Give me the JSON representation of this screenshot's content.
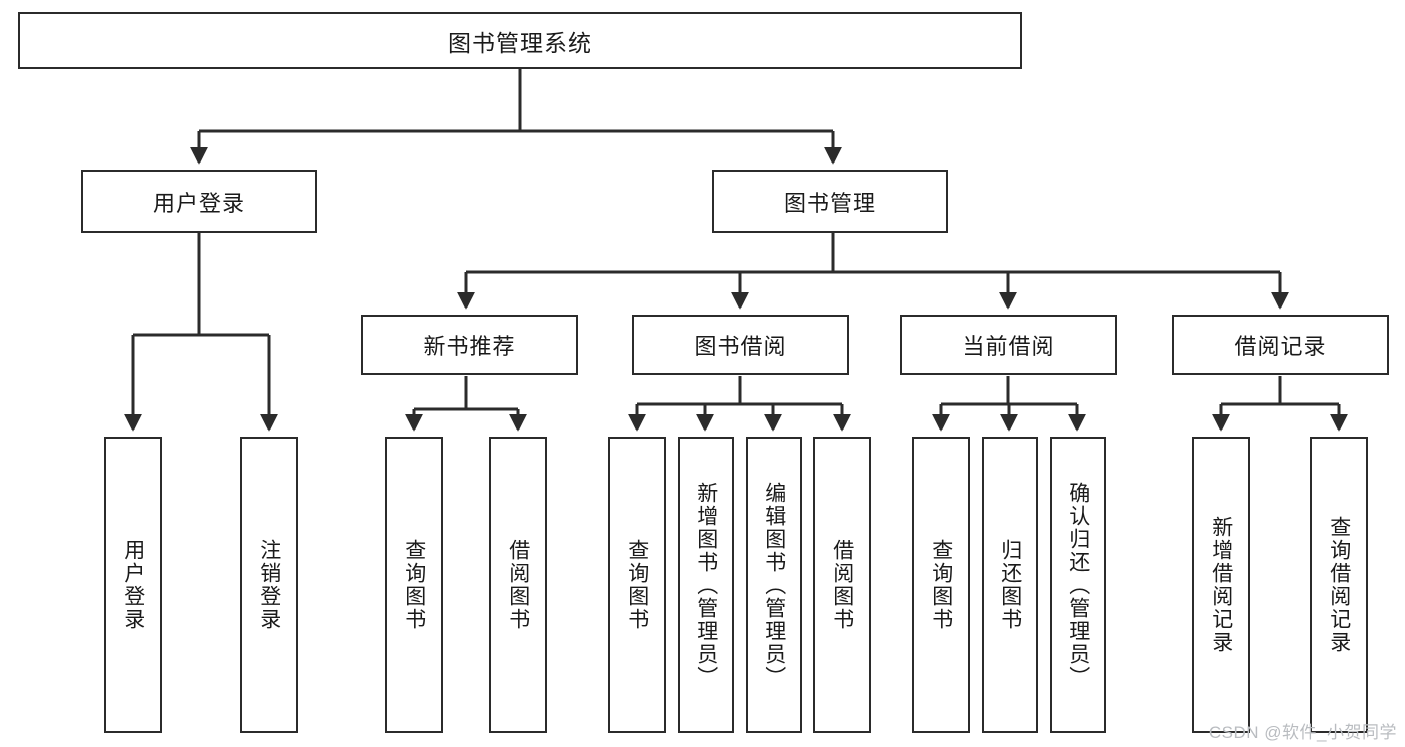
{
  "diagram": {
    "title": "图书管理系统",
    "type": "hierarchy-tree",
    "watermark": "CSDN @软件_小贺同学",
    "colors": {
      "stroke": "#2b2b2b",
      "fill": "#ffffff",
      "text": "#1a1a1a",
      "watermark": "#b9bcc0"
    },
    "nodes": {
      "root": {
        "label": "图书管理系统"
      },
      "level2": [
        {
          "id": "user-login",
          "label": "用户登录"
        },
        {
          "id": "book-manage",
          "label": "图书管理"
        }
      ],
      "level3": [
        {
          "id": "new-book-recommend",
          "label": "新书推荐"
        },
        {
          "id": "book-borrow",
          "label": "图书借阅"
        },
        {
          "id": "current-borrow",
          "label": "当前借阅"
        },
        {
          "id": "borrow-record",
          "label": "借阅记录"
        }
      ],
      "leaves": {
        "user-login": [
          {
            "id": "leaf-user-login",
            "label": "用户登录"
          },
          {
            "id": "leaf-logout-login",
            "label": "注销登录"
          }
        ],
        "new-book-recommend": [
          {
            "id": "leaf-query-book-1",
            "label": "查询图书"
          },
          {
            "id": "leaf-borrow-book-1",
            "label": "借阅图书"
          }
        ],
        "book-borrow": [
          {
            "id": "leaf-query-book-2",
            "label": "查询图书"
          },
          {
            "id": "leaf-add-book-admin",
            "label": "新增图书（管理员）"
          },
          {
            "id": "leaf-edit-book-admin",
            "label": "编辑图书（管理员）"
          },
          {
            "id": "leaf-borrow-book-2",
            "label": "借阅图书"
          }
        ],
        "current-borrow": [
          {
            "id": "leaf-query-book-3",
            "label": "查询图书"
          },
          {
            "id": "leaf-return-book",
            "label": "归还图书"
          },
          {
            "id": "leaf-confirm-return-admin",
            "label": "确认归还（管理员）"
          }
        ],
        "borrow-record": [
          {
            "id": "leaf-add-borrow-record",
            "label": "新增借阅记录"
          },
          {
            "id": "leaf-query-borrow-record",
            "label": "查询借阅记录"
          }
        ]
      }
    }
  }
}
